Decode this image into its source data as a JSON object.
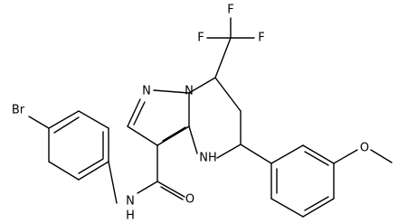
{
  "molecule": {
    "atoms": {
      "F1": "F",
      "F2": "F",
      "F3": "F",
      "Br": "Br",
      "N_pyrazole": "N",
      "N_bridge": "N",
      "NH_ring": "NH",
      "O_methoxy": "O",
      "O_carbonyl": "O",
      "NH_amide_N": "N",
      "NH_amide_H": "H"
    }
  }
}
